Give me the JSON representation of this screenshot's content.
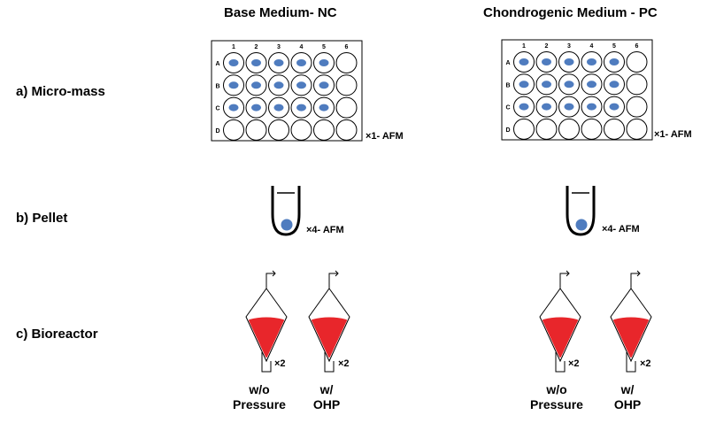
{
  "columns": [
    {
      "title": "Base Medium- NC"
    },
    {
      "title": "Chondrogenic Medium - PC"
    }
  ],
  "rows": [
    {
      "label": "a) Micro-mass"
    },
    {
      "label": "b) Pellet"
    },
    {
      "label": "c) Bioreactor"
    }
  ],
  "plate": {
    "col_labels": [
      "1",
      "2",
      "3",
      "4",
      "5",
      "6"
    ],
    "row_labels": [
      "A",
      "B",
      "C",
      "D"
    ],
    "filled_rows": 3,
    "filled_cols": 5,
    "multiplier": "×1- AFM"
  },
  "pellet": {
    "multiplier": "×4- AFM"
  },
  "bioreactor": {
    "multiplier": "×2",
    "conditions": [
      {
        "line1": "w/o",
        "line2": "Pressure"
      },
      {
        "line1": "w/",
        "line2": "OHP"
      }
    ]
  },
  "colors": {
    "cell_dot": "#4f7cbf",
    "medium": "#e8262b",
    "outline": "#000000"
  }
}
